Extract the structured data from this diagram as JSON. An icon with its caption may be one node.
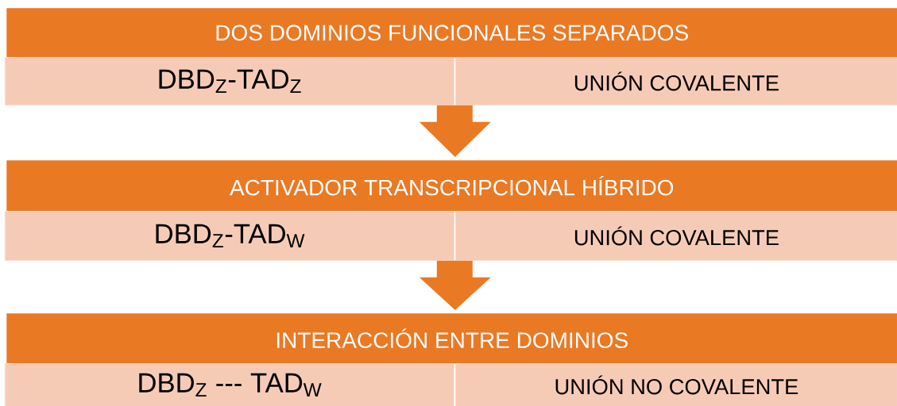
{
  "diagram": {
    "nodes": [
      {
        "text": [
          "DOS DOMINIOS FUNCIONALES SEPARADOS"
        ]
      },
      {
        "text": [
          "DBD$_{Z}$-TAD$_{Z}$"
        ]
      },
      {
        "text": [
          "UNIÓN COVALENTE"
        ]
      },
      {
        "text": [
          "ACTIVADOR TRANSCRIPCIONAL HÍBRIDO"
        ]
      },
      {
        "text": [
          "DBD$_{Z}$-TAD$_{W}$"
        ]
      },
      {
        "text": [
          "UNIÓN COVALENTE"
        ]
      },
      {
        "text": [
          "INTERACCIÓN ENTRE DOMINIOS"
        ]
      },
      {
        "text": [
          "DBD$_{Z}$ --- TAD$_{W}$"
        ]
      },
      {
        "text": [
          "UNIÓN NO COVALENTE"
        ]
      }
    ],
    "edges": [
      {
        "from": 1,
        "to": 3,
        "arrow": "to"
      },
      {
        "from": 4,
        "to": 6,
        "arrow": "to"
      }
    ]
  }
}
